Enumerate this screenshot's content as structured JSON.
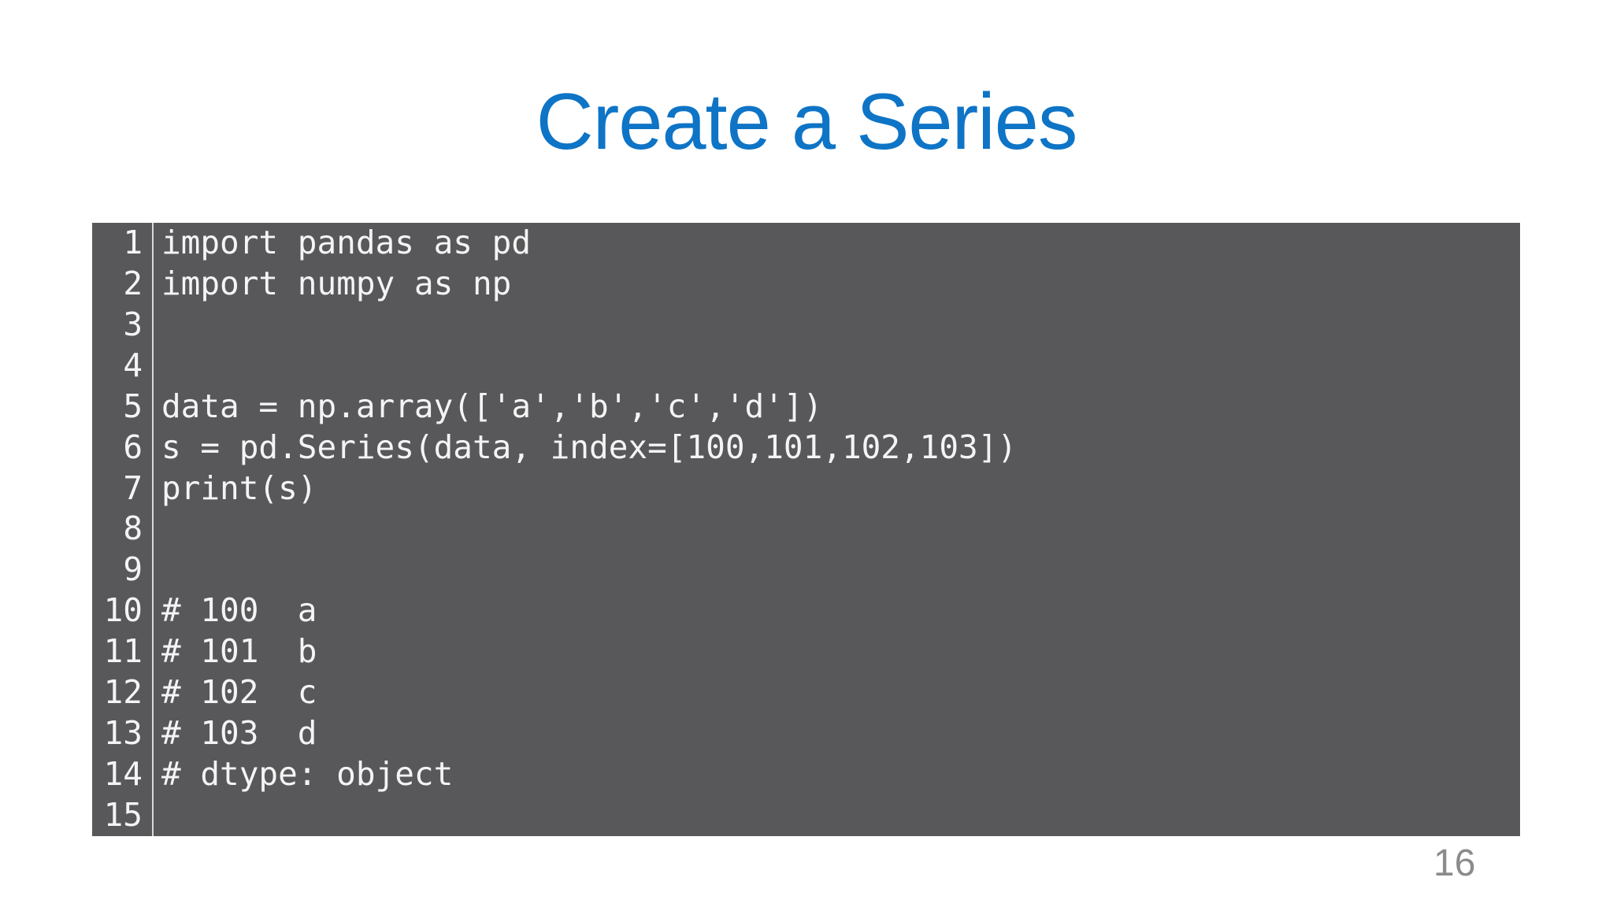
{
  "slide": {
    "title": "Create a Series",
    "page_number": "16"
  },
  "code_block": {
    "language": "python",
    "lines": [
      {
        "num": "1",
        "code": "import pandas as pd"
      },
      {
        "num": "2",
        "code": "import numpy as np"
      },
      {
        "num": "3",
        "code": ""
      },
      {
        "num": "4",
        "code": ""
      },
      {
        "num": "5",
        "code": "data = np.array(['a','b','c','d'])"
      },
      {
        "num": "6",
        "code": "s = pd.Series(data, index=[100,101,102,103])"
      },
      {
        "num": "7",
        "code": "print(s)"
      },
      {
        "num": "8",
        "code": ""
      },
      {
        "num": "9",
        "code": ""
      },
      {
        "num": "10",
        "code": "# 100  a"
      },
      {
        "num": "11",
        "code": "# 101  b"
      },
      {
        "num": "12",
        "code": "# 102  c"
      },
      {
        "num": "13",
        "code": "# 103  d"
      },
      {
        "num": "14",
        "code": "# dtype: object"
      },
      {
        "num": "15",
        "code": ""
      }
    ]
  },
  "colors": {
    "title": "#0e74c6",
    "code_background": "#58585b",
    "code_text": "#f4f4f4",
    "gutter_divider": "#d8d8d8",
    "page_number": "#8b8b8e",
    "slide_background": "#ffffff"
  }
}
